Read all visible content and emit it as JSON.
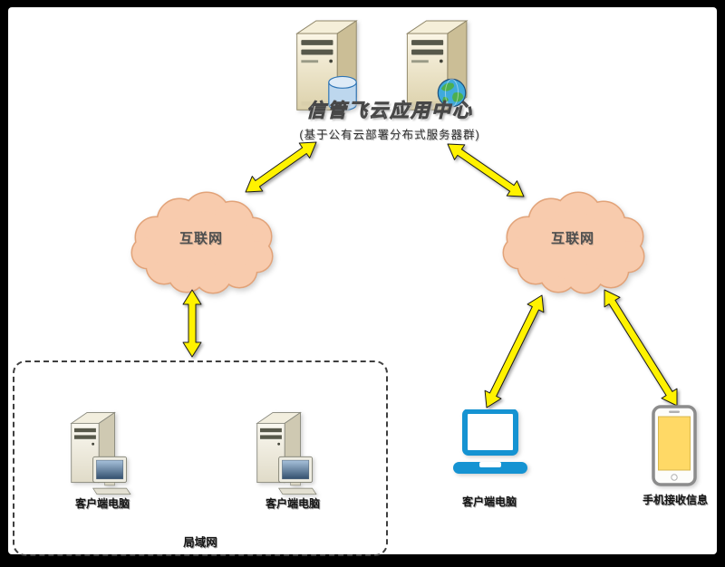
{
  "header": {
    "title": "信管飞云应用中心",
    "subtitle": "(基于公有云部署分布式服务器群)"
  },
  "internet": {
    "left_cloud_label": "互联网",
    "right_cloud_label": "互联网"
  },
  "lan": {
    "boundary_label": "局域网",
    "pc1_label": "客户端电脑",
    "pc2_label": "客户端电脑"
  },
  "clients": {
    "laptop_label": "客户端电脑",
    "phone_label": "手机接收信息"
  },
  "icons": {
    "servers": "server-cluster-with-database-and-globe-icon",
    "cloud": "network-cloud-shape",
    "desktop": "desktop-computer-icon",
    "laptop": "laptop-computer-icon",
    "phone": "smartphone-icon",
    "connector": "double-headed-arrow"
  },
  "colors": {
    "cloud_fill": "#F8CBAD",
    "cloud_outline": "#E2A379",
    "arrow_fill": "#FFF200",
    "laptop_blue": "#1593D2",
    "phone_screen_yellow": "#FFD966",
    "server_beige": "#EDE3C4",
    "background": "#FFFFFF",
    "frame": "#000000"
  }
}
